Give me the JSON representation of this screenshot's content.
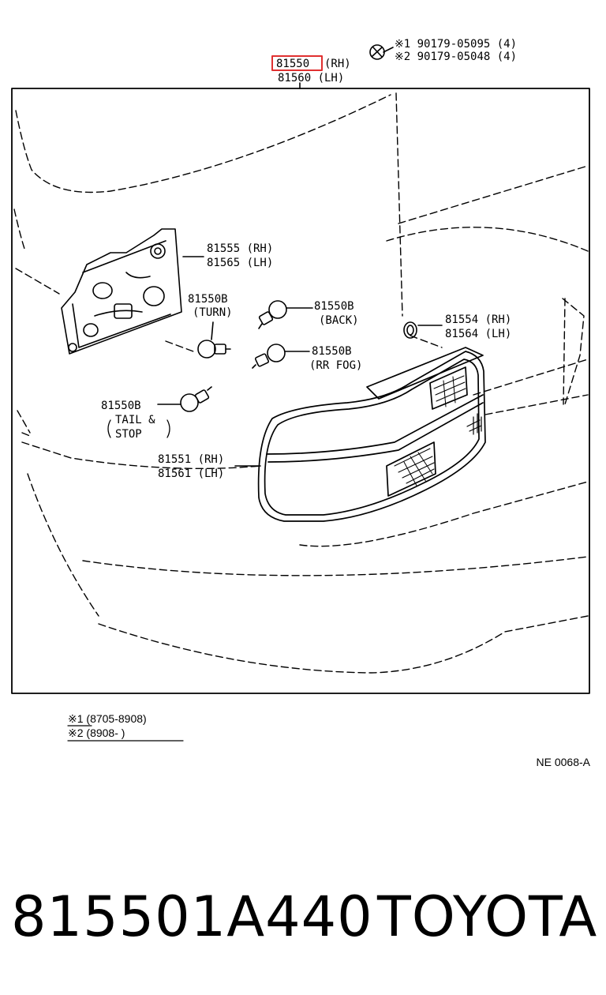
{
  "diagram": {
    "header": {
      "highlighted_part": "81550",
      "rh_suffix": "(RH)",
      "lh_line": "81560 (LH)",
      "bolt_1": "※1 90179-05095 (4)",
      "bolt_2": "※2 90179-05048 (4)"
    },
    "labels": {
      "socket_rh": "81555 (RH)",
      "socket_lh": "81565 (LH)",
      "bulb_turn_num": "81550B",
      "bulb_turn_text": "(TURN)",
      "bulb_back_num": "81550B",
      "bulb_back_text": "(BACK)",
      "gasket_rh": "81554 (RH)",
      "gasket_lh": "81564 (LH)",
      "bulb_fog_num": "81550B",
      "bulb_fog_text": "(RR FOG)",
      "bulb_tail_num": "81550B",
      "bulb_tail_text1": "TAIL  &",
      "bulb_tail_text2": "STOP",
      "lens_rh": "81551 (RH)",
      "lens_lh": "81561 (LH)"
    },
    "notes": {
      "note_1": "※1 (8705-8908)",
      "note_2": "※2 (8908-      )"
    },
    "ref_code": "NE 0068-A",
    "highlight_color": "#e03030"
  },
  "footer": {
    "part_number": "815501A440",
    "brand": "TOYOTA"
  }
}
